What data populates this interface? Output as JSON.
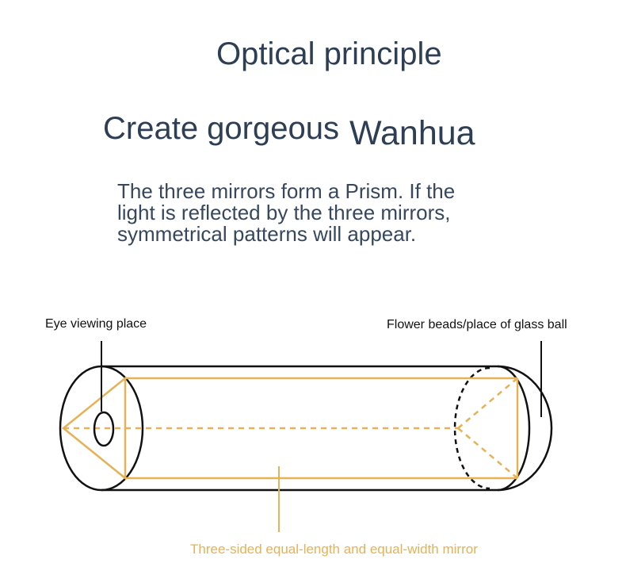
{
  "heading": {
    "title": "Optical principle",
    "subtitle_part1": "Create gorgeous",
    "subtitle_part2": "Wanhua"
  },
  "description": {
    "line1": "The three mirrors form a Prism. If the",
    "line2": "light is reflected by the three mirrors,",
    "line3": "symmetrical patterns will appear."
  },
  "labels": {
    "eye": "Eye viewing place",
    "beads": "Flower beads/place of glass ball",
    "mirror": "Three-sided equal-length and equal-width mirror"
  },
  "colors": {
    "text_dark": "#2d3e55",
    "outline": "#111111",
    "mirror_gold": "#e7b155"
  }
}
